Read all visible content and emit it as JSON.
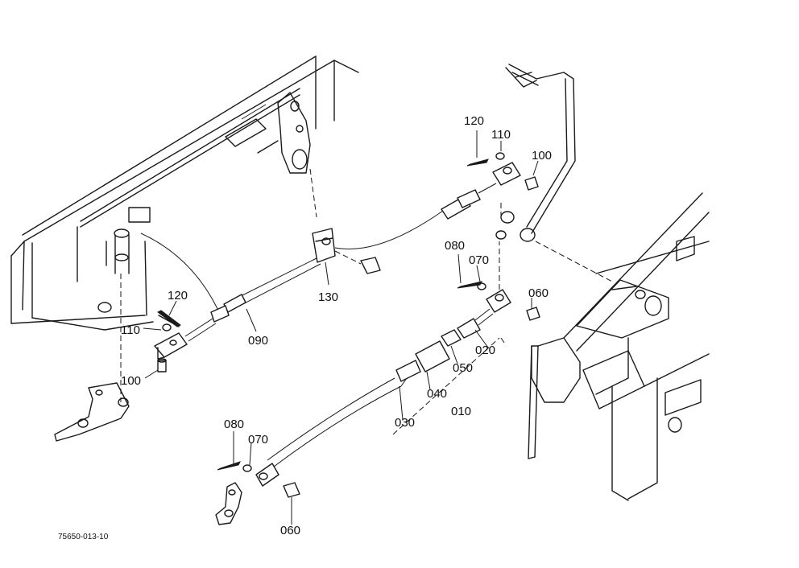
{
  "callouts": {
    "c120_top": "120",
    "c110_top": "110",
    "c100_top": "100",
    "c130": "130",
    "c080_mid": "080",
    "c070_mid": "070",
    "c060_mid": "060",
    "c120_left": "120",
    "c110_left": "110",
    "c100_left": "100",
    "c090": "090",
    "c020": "020",
    "c050": "050",
    "c040": "040",
    "c010": "010",
    "c030": "030",
    "c080_bot": "080",
    "c070_bot": "070",
    "c060_bot": "060"
  },
  "drawing_code": "75650-013-10"
}
